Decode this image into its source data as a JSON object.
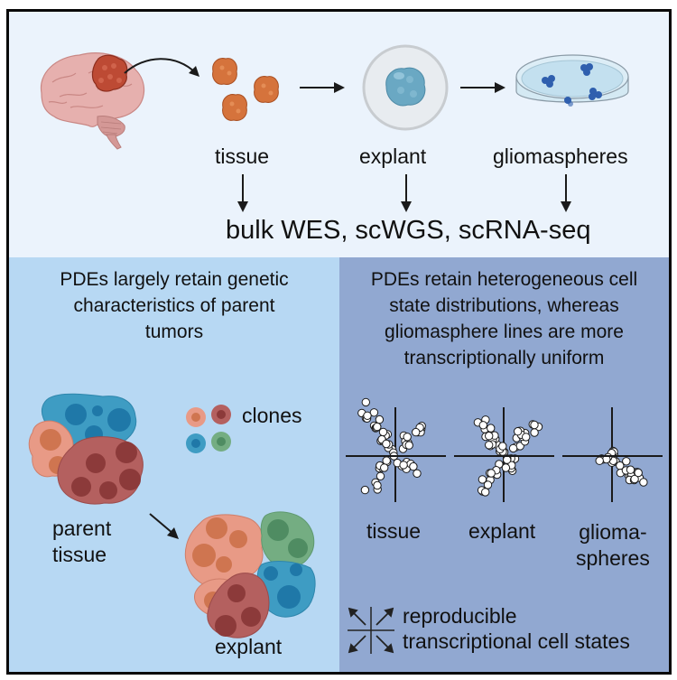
{
  "workflow": {
    "stages": [
      {
        "id": "tissue",
        "label": "tissue",
        "icon": "tumor-tissue-fragments-icon"
      },
      {
        "id": "explant",
        "label": "explant",
        "icon": "explant-in-well-icon"
      },
      {
        "id": "gliomaspheres",
        "label": "gliomaspheres",
        "icon": "petri-dish-gliomaspheres-icon"
      }
    ],
    "source_icon": "brain-with-tumor-icon",
    "assays_label": "bulk WES, scWGS, scRNA-seq"
  },
  "genetic_panel": {
    "heading": "PDEs largely retain genetic characteristics of parent tumors",
    "heading_lines": [
      "PDEs largely retain genetic",
      "characteristics of parent",
      "tumors"
    ],
    "clones_label": "clones",
    "parent_label_lines": [
      "parent",
      "tissue"
    ],
    "explant_label": "explant",
    "clone_colors": {
      "salmon": "#e89a86",
      "maroon": "#b4605f",
      "teal": "#3e9cc3",
      "green": "#74ad82"
    },
    "background": "#b7d8f3"
  },
  "transcriptional_panel": {
    "heading": "PDEs retain heterogeneous cell state distributions, whereas gliomasphere lines are more transcriptionally uniform",
    "heading_lines": [
      "PDEs retain heterogeneous cell",
      "state distributions, whereas",
      "gliomasphere lines are more",
      "transcriptionally uniform"
    ],
    "plots": [
      {
        "label_lines": [
          "tissue"
        ],
        "distribution": "four-quadrant, heterogeneous"
      },
      {
        "label_lines": [
          "explant"
        ],
        "distribution": "four-quadrant, heterogeneous"
      },
      {
        "label_lines": [
          "glioma-",
          "spheres"
        ],
        "distribution": "concentrated near origin / lower-right"
      }
    ],
    "legend_icon": "four-cell-states-arrows-icon",
    "legend_lines": [
      "reproducible",
      "transcriptional cell states"
    ],
    "background": "#91a8d1"
  },
  "colors": {
    "top_background": "#ebf3fc",
    "frame": "#0a0a0a",
    "tissue_orange": "#d2713a",
    "tumor_red": "#b9452f",
    "brain_pink": "#e2aaa8",
    "explant_blue": "#6aa8c3",
    "sphere_blue": "#2f5fae"
  }
}
